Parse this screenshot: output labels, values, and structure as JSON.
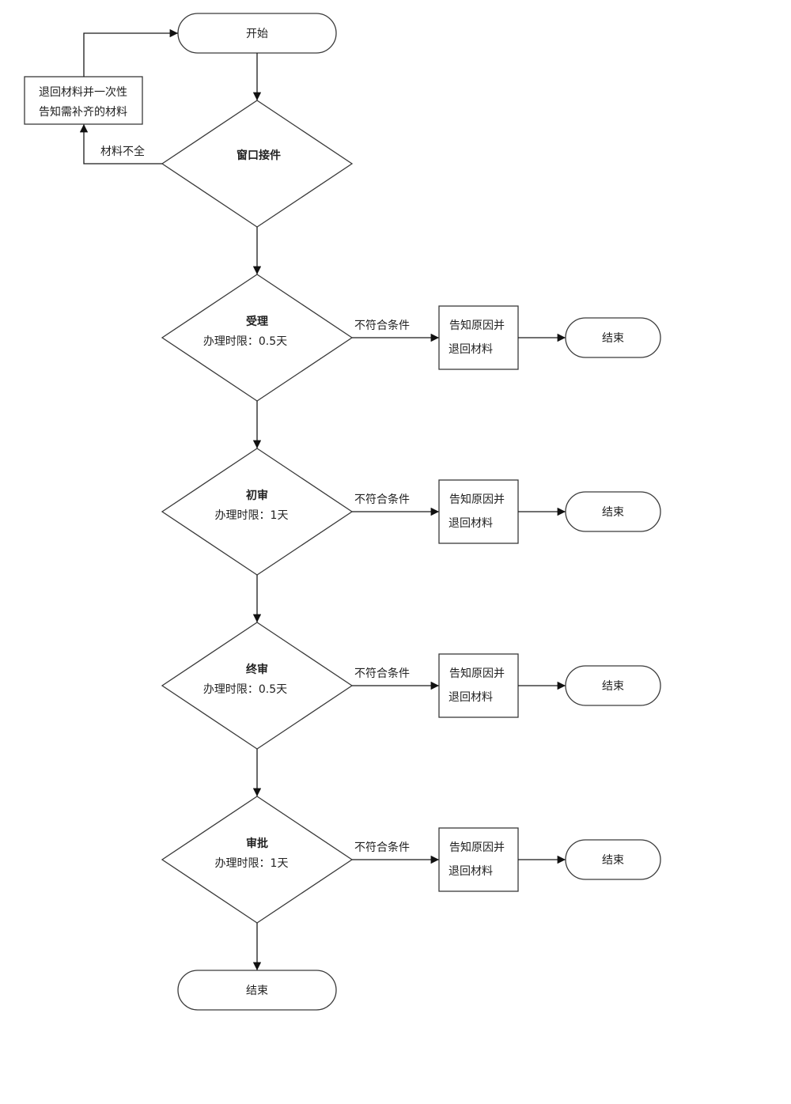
{
  "start": {
    "label": "开始"
  },
  "window_intake": {
    "label": "窗口接件"
  },
  "incomplete": {
    "edge_label": "材料不全",
    "box_line1": "退回材料并一次性",
    "box_line2": "告知需补齐的材料"
  },
  "stages": [
    {
      "title": "受理",
      "time": "办理时限：0.5天",
      "reject_label": "不符合条件",
      "reject_box_line1": "告知原因并",
      "reject_box_line2": "退回材料",
      "end_label": "结束"
    },
    {
      "title": "初审",
      "time": "办理时限：1天",
      "reject_label": "不符合条件",
      "reject_box_line1": "告知原因并",
      "reject_box_line2": "退回材料",
      "end_label": "结束"
    },
    {
      "title": "终审",
      "time": "办理时限：0.5天",
      "reject_label": "不符合条件",
      "reject_box_line1": "告知原因并",
      "reject_box_line2": "退回材料",
      "end_label": "结束"
    },
    {
      "title": "审批",
      "time": "办理时限：1天",
      "reject_label": "不符合条件",
      "reject_box_line1": "告知原因并",
      "reject_box_line2": "退回材料",
      "end_label": "结束"
    }
  ],
  "final_end": {
    "label": "结束"
  },
  "colors": {
    "stroke": "#3a3a3a",
    "text": "#222222",
    "background": "#ffffff"
  }
}
